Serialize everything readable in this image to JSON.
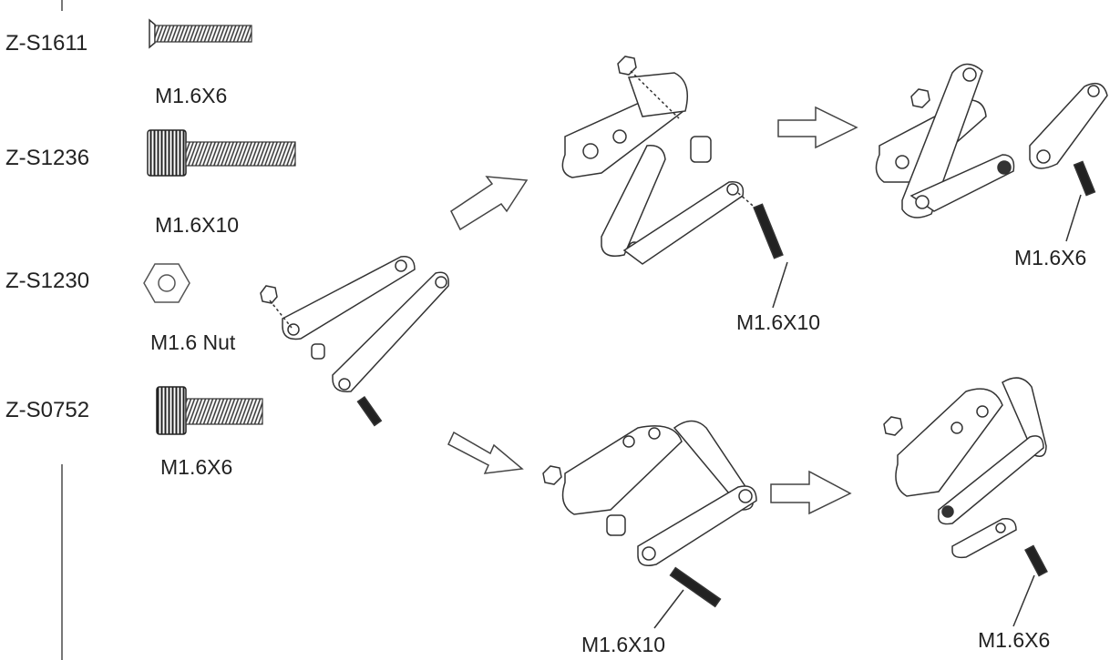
{
  "parts": [
    {
      "code": "Z-S1611",
      "size": "M1.6X6",
      "icon": "flat-head-screw-icon"
    },
    {
      "code": "Z-S1236",
      "size": "M1.6X10",
      "icon": "socket-cap-screw-icon"
    },
    {
      "code": "Z-S1230",
      "size": "M1.6 Nut",
      "icon": "hex-nut-icon"
    },
    {
      "code": "Z-S0752",
      "size": "M1.6X6",
      "icon": "socket-cap-screw-icon"
    }
  ],
  "callouts": {
    "top_middle": "M1.6X10",
    "top_right": "M1.6X6",
    "bottom_middle": "M1.6X10",
    "bottom_right": "M1.6X6"
  },
  "colors": {
    "ink": "#222222",
    "line": "#777777",
    "background": "#ffffff"
  }
}
